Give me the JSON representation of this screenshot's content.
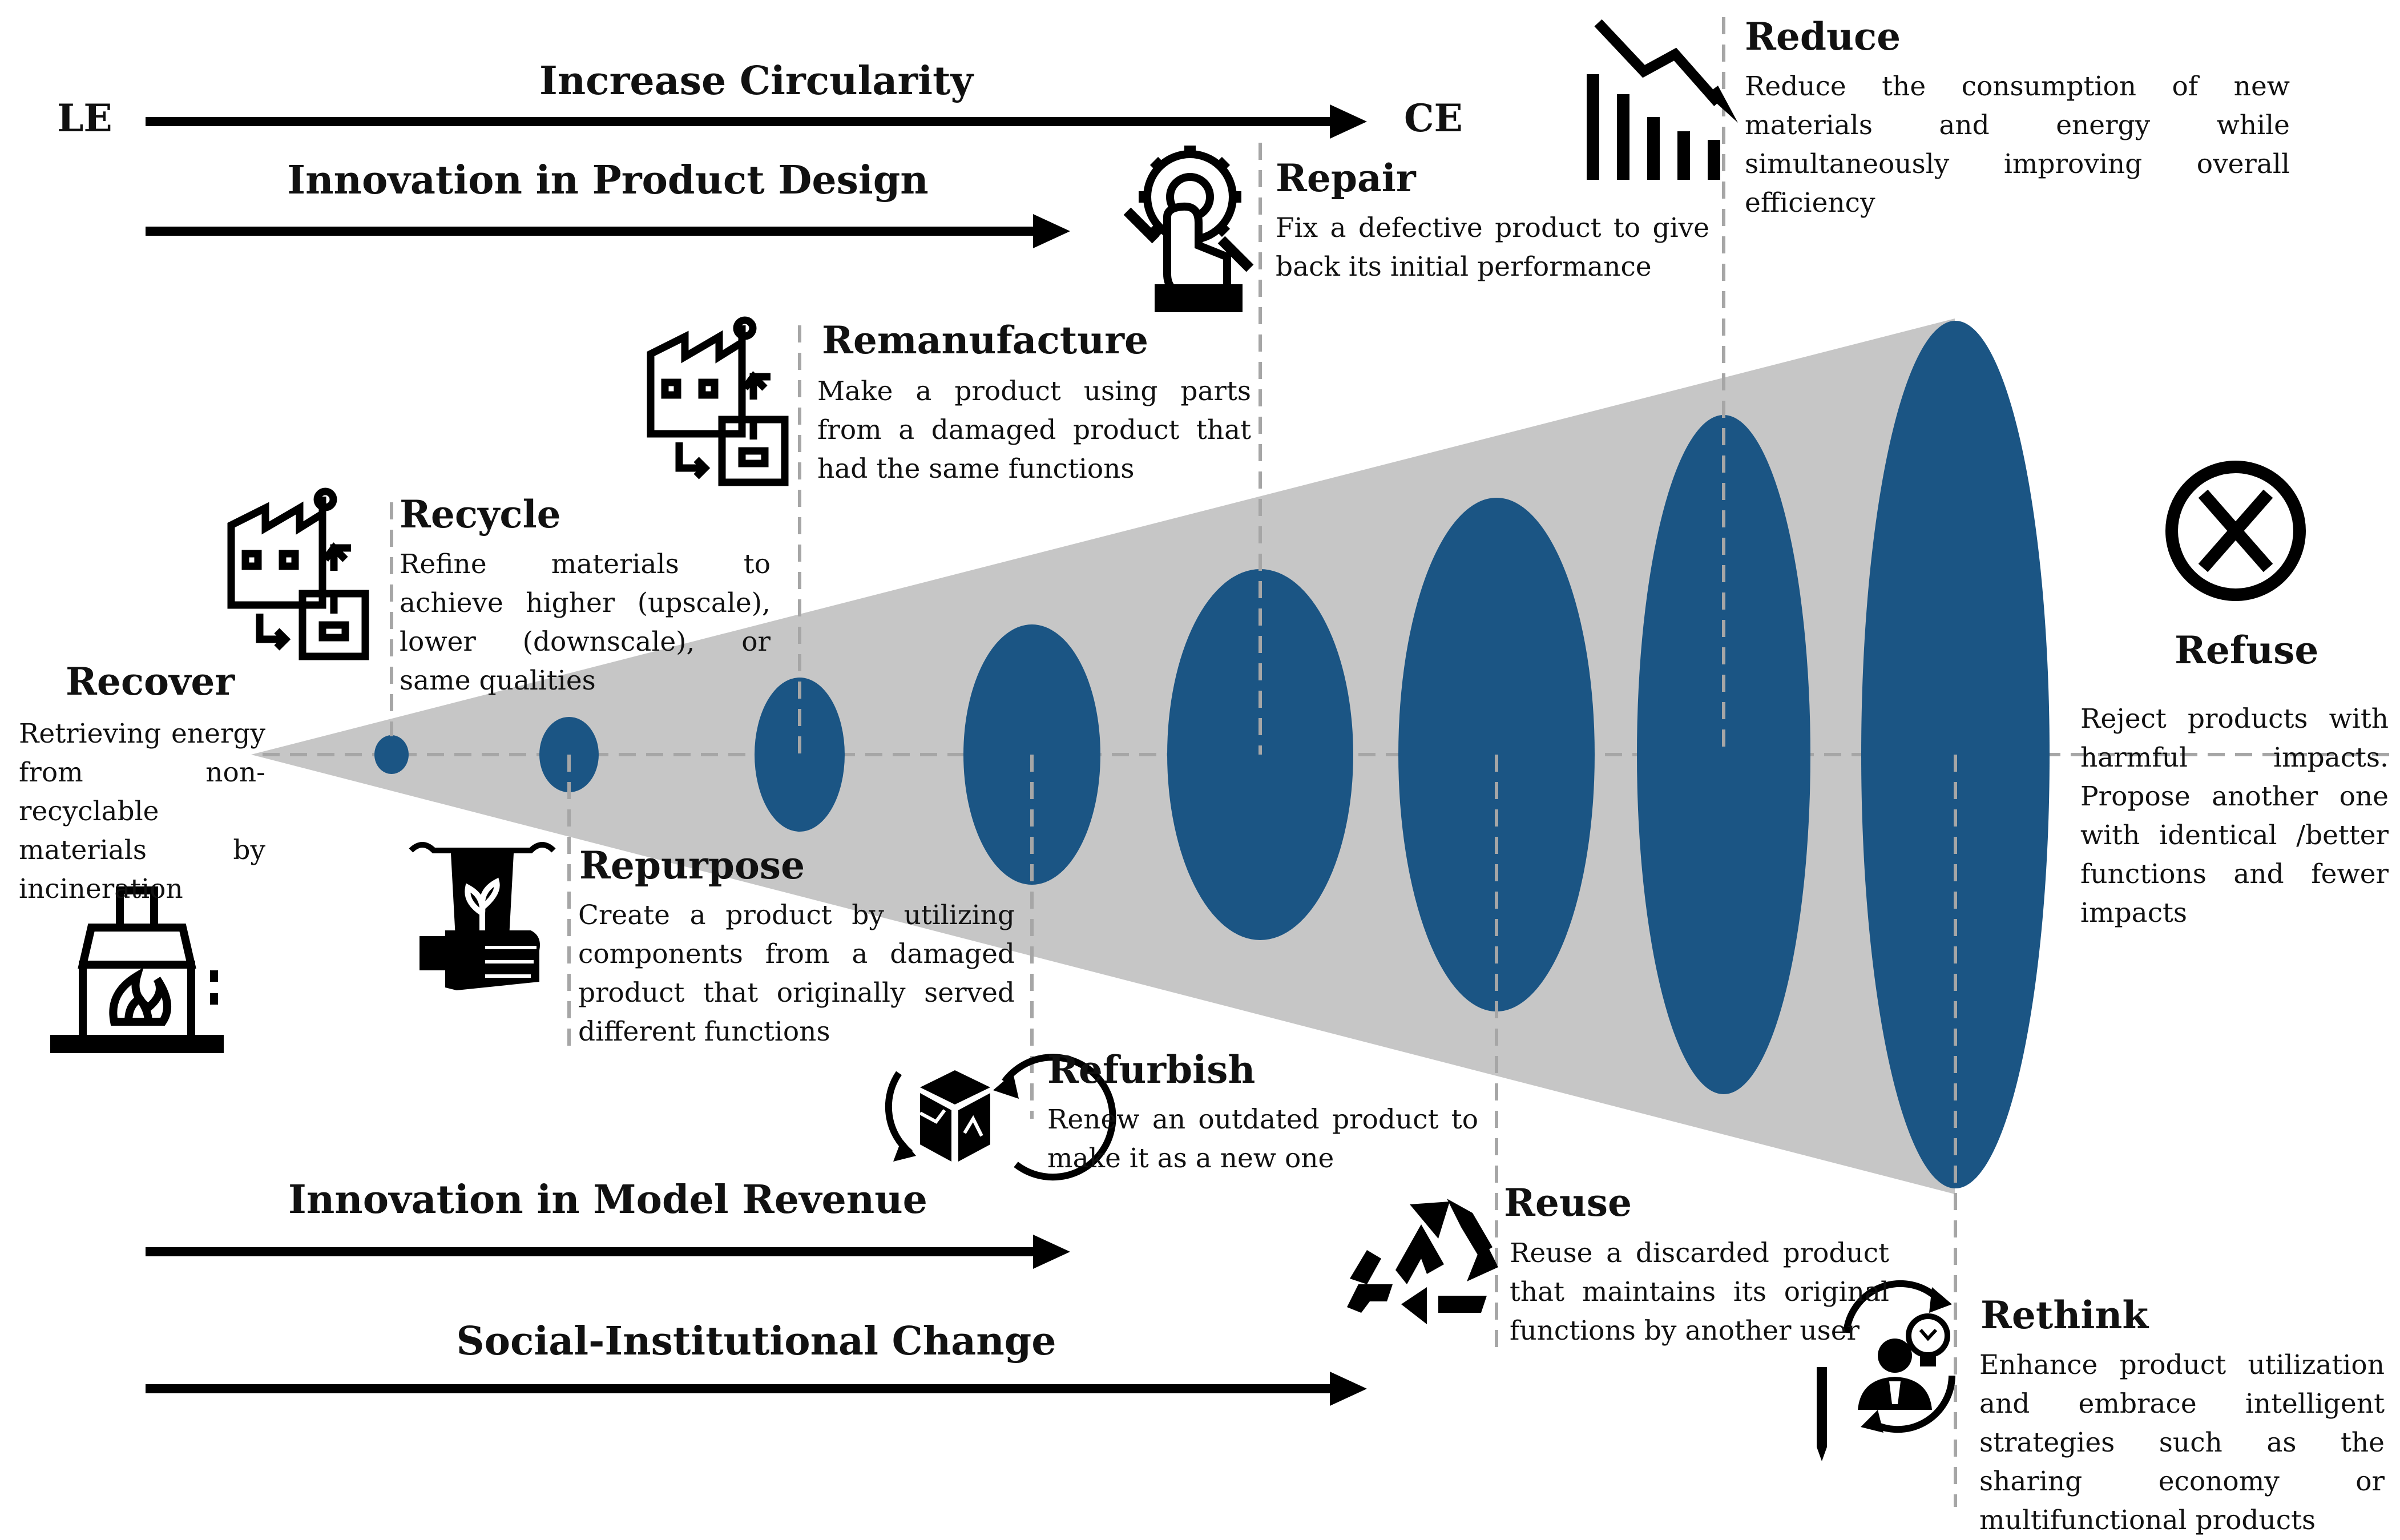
{
  "ends": {
    "left": "LE",
    "right": "CE"
  },
  "arrows": {
    "circularity": "Increase Circularity",
    "product_design": "Innovation in Product Design",
    "model_revenue": "Innovation in Model Revenue",
    "social": "Social-Institutional Change"
  },
  "strategies": {
    "recover": {
      "title": "Recover",
      "desc": "Retrieving energy from non-recyclable materials by incineration",
      "icon": "incinerator-icon"
    },
    "recycle": {
      "title": "Recycle",
      "desc": "Refine materials to achieve higher (upscale), lower (downscale), or same qualities",
      "icon": "factory-recycle-icon"
    },
    "repurpose": {
      "title": "Repurpose",
      "desc": "Create a product by utilizing components from a damaged product that originally served different functions",
      "icon": "repurpose-plant-icon"
    },
    "remanufacture": {
      "title": "Remanufacture",
      "desc": "Make a product using parts from a damaged product that had the same functions",
      "icon": "factory-remanufacture-icon"
    },
    "refurbish": {
      "title": "Refurbish",
      "desc": "Renew an outdated product to make it as a new one",
      "icon": "refurbish-box-icon"
    },
    "repair": {
      "title": "Repair",
      "desc": "Fix a defective product to give back its initial performance",
      "icon": "repair-gear-hand-icon"
    },
    "reuse": {
      "title": "Reuse",
      "desc": "Reuse a discarded product that maintains its original functions by another user",
      "icon": "recycle-arrows-icon"
    },
    "reduce": {
      "title": "Reduce",
      "desc": "Reduce the consumption of new materials and energy while simultaneously improving overall efficiency",
      "icon": "declining-chart-icon"
    },
    "rethink": {
      "title": "Rethink",
      "desc": "Enhance product utilization and embrace intelligent strategies such as the sharing economy or multifunctional products",
      "icon": "rethink-person-idea-icon"
    },
    "refuse": {
      "title": "Refuse",
      "desc": "Reject products with harmful impacts. Propose another one with identical /better functions and fewer impacts",
      "icon": "refuse-x-circle-icon"
    }
  },
  "colors": {
    "ellipse": "#1b5584",
    "cone": "#c6c6c6",
    "guide": "#a6a6a6",
    "ink": "#111111"
  }
}
